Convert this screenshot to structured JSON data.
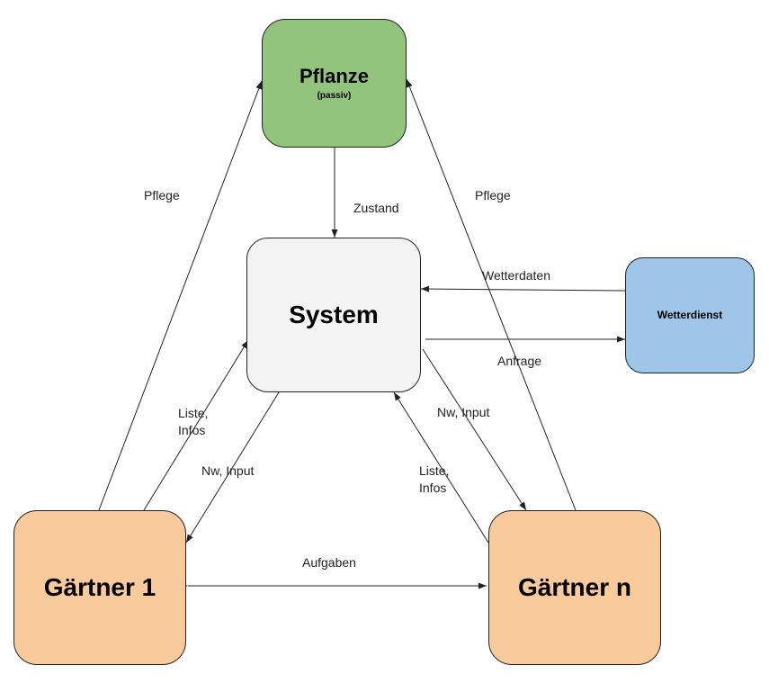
{
  "colors": {
    "pflanze": "#93c47d",
    "system": "#f3f3f3",
    "wetterdienst": "#9fc5e8",
    "gaertner": "#f9cb9c",
    "stroke": "#222222"
  },
  "nodes": {
    "pflanze": {
      "title": "Pflanze",
      "subtitle": "(passiv)"
    },
    "system": {
      "title": "System"
    },
    "wetterdienst": {
      "title": "Wetterdienst"
    },
    "gaertner1": {
      "title": "Gärtner 1"
    },
    "gaertnern": {
      "title": "Gärtner n"
    }
  },
  "edges": {
    "pflege_left": "Pflege",
    "pflege_right": "Pflege",
    "zustand": "Zustand",
    "wetterdaten": "Wetterdaten",
    "anfrage": "Anfrage",
    "liste_left": "Liste,\nInfos",
    "nw_input_left": "Nw, Input",
    "nw_input_right": "Nw, Input",
    "liste_right": "Liste,\nInfos",
    "aufgaben": "Aufgaben"
  }
}
